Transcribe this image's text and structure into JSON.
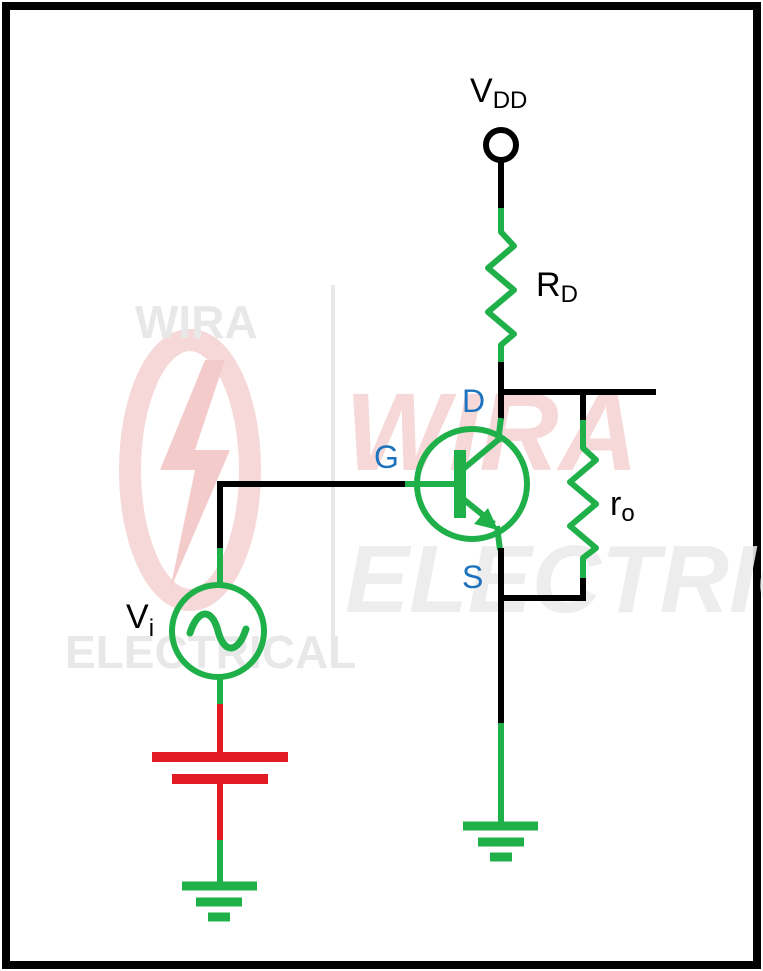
{
  "colors": {
    "wire": "#000000",
    "component": "#1fb04a",
    "battery": "#e31b23",
    "pin_label": "#1e73be",
    "watermark_red": "#f3c6c6",
    "watermark_gray": "#e6e6e6"
  },
  "labels": {
    "vdd": {
      "main": "V",
      "sub": "DD"
    },
    "rd": {
      "main": "R",
      "sub": "D"
    },
    "ro": {
      "main": "r",
      "sub": "o"
    },
    "vi": {
      "main": "V",
      "sub": "i"
    },
    "gate": "G",
    "drain": "D",
    "source": "S"
  },
  "watermark": {
    "left_top": "WIRA",
    "left_bottom": "ELECTRICAL",
    "right_top": "WIRA",
    "right_bottom": "ELECTRICAL"
  }
}
